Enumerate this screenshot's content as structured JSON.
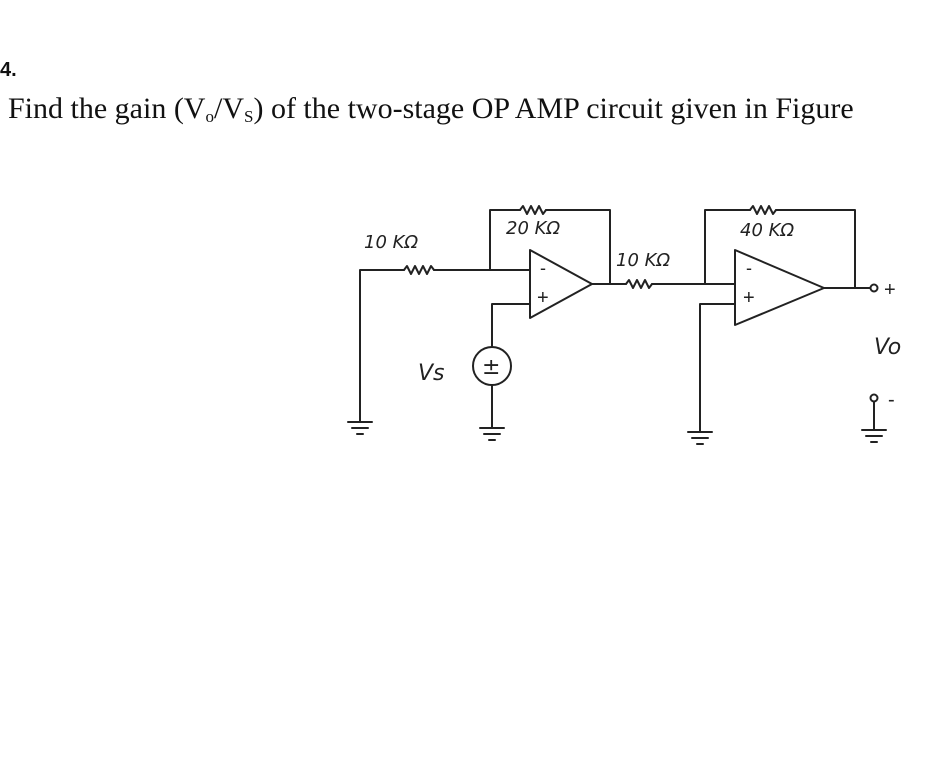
{
  "question": {
    "number": "4.",
    "text_before": "Find the gain (V",
    "sub_o": "o",
    "text_mid": "/V",
    "sub_s": "S",
    "text_after": ") of the two-stage OP AMP circuit given in Figure"
  },
  "circuit": {
    "r_input_1": "10 KΩ",
    "r_feedback_1": "20 KΩ",
    "r_input_2": "10 KΩ",
    "r_feedback_2": "40 KΩ",
    "opamp1_inverting": "-",
    "opamp1_noninverting": "+",
    "opamp2_inverting": "-",
    "opamp2_noninverting": "+",
    "source_symbol": "±",
    "source_label": "Vs",
    "output_label": "Vo",
    "output_plus": "+",
    "output_minus": "-"
  },
  "colors": {
    "ink": "#222222",
    "text": "#111111"
  }
}
